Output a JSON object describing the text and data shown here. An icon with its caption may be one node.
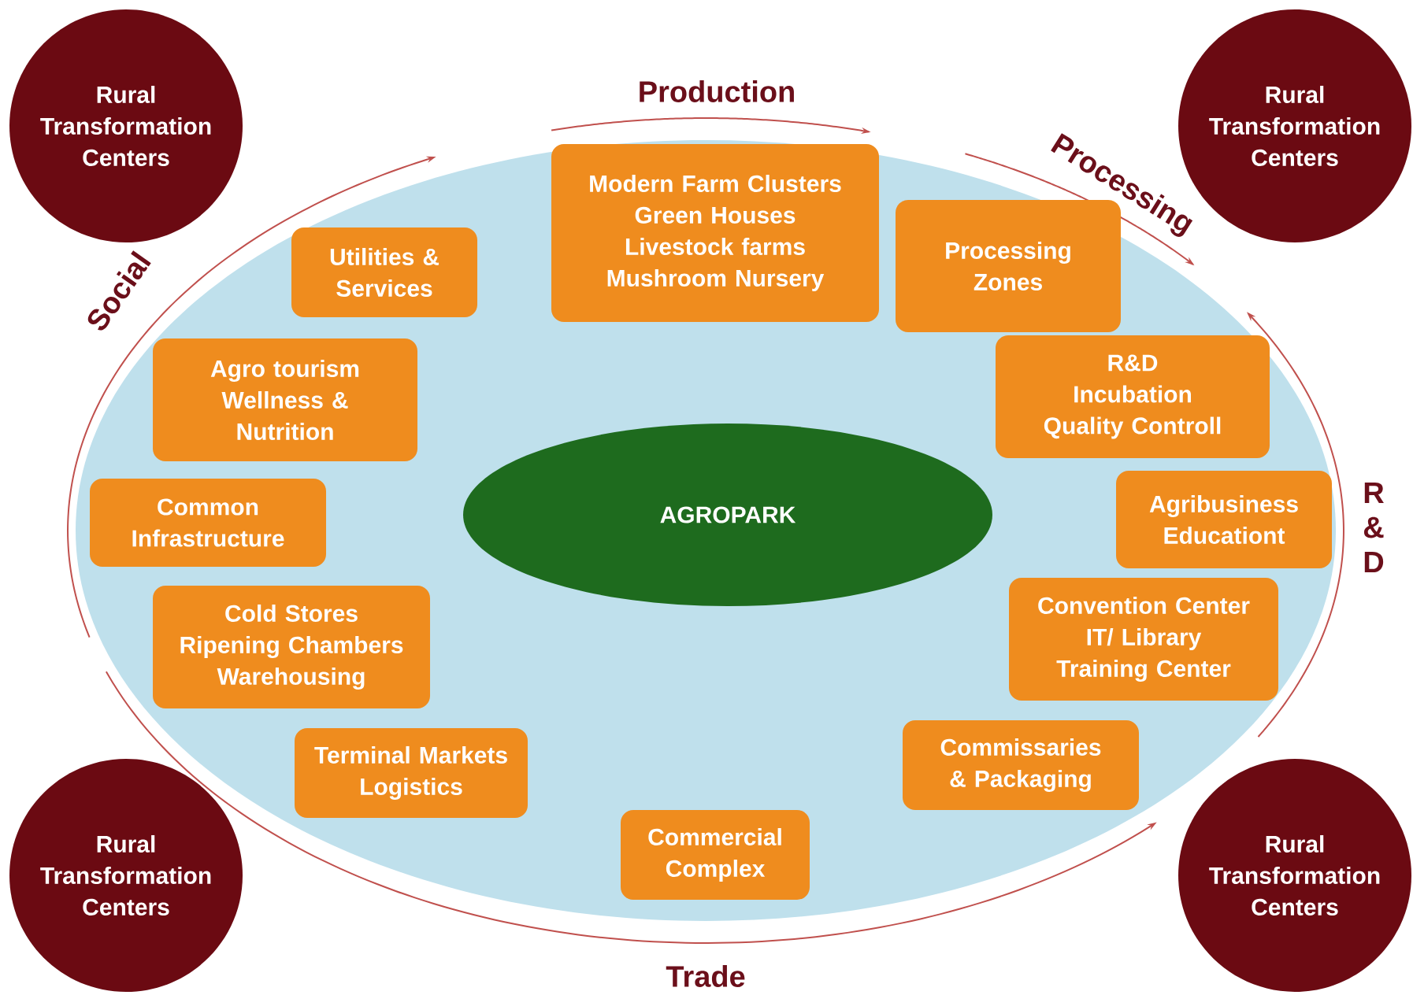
{
  "diagram": {
    "nodes": [
      {
        "text": [
          "Rural Transformation Centers"
        ]
      },
      {
        "text": [
          "Rural Transformation Centers"
        ]
      },
      {
        "text": [],
        "shape": "ellipse"
      },
      {
        "text": [
          "Modern Farm Clusters",
          "Green Houses",
          "Livestock farms",
          "Mushroom Nursery"
        ],
        "in": 2
      },
      {
        "text": [
          "Processing Zones"
        ],
        "in": 2
      },
      {
        "text": [
          "Utilities & Services"
        ],
        "in": 2
      },
      {
        "text": [
          "R&D",
          "Incubation",
          "Quality Controll"
        ],
        "in": 2
      },
      {
        "text": [
          "Agro tourism",
          "Wellness & Nutrition"
        ],
        "in": 2
      },
      {
        "text": [
          "Agribusiness Educationt"
        ],
        "in": 2
      },
      {
        "text": [
          "Common Infrastructure"
        ],
        "in": 2
      },
      {
        "text": [
          "Convention Center",
          "IT/ Library",
          "Training Center"
        ],
        "in": 2
      },
      {
        "text": [
          "Cold Stores",
          "Ripening Chambers",
          "Warehousing"
        ],
        "in": 2
      },
      {
        "text": [
          "Commissaries & Packaging"
        ],
        "in": 2
      },
      {
        "text": [
          "Terminal Markets",
          "Logistics"
        ],
        "in": 2
      },
      {
        "text": [
          "Commercial Complex"
        ],
        "in": 2
      },
      {
        "text": [
          "AGROPARK"
        ],
        "in": 2
      },
      {
        "text": [
          "Rural Transformation Centers"
        ]
      },
      {
        "text": [
          "Rural Transformation Centers"
        ]
      }
    ],
    "labels": [
      "Production",
      "Processing",
      "Social",
      "R & D",
      "Trade"
    ]
  }
}
